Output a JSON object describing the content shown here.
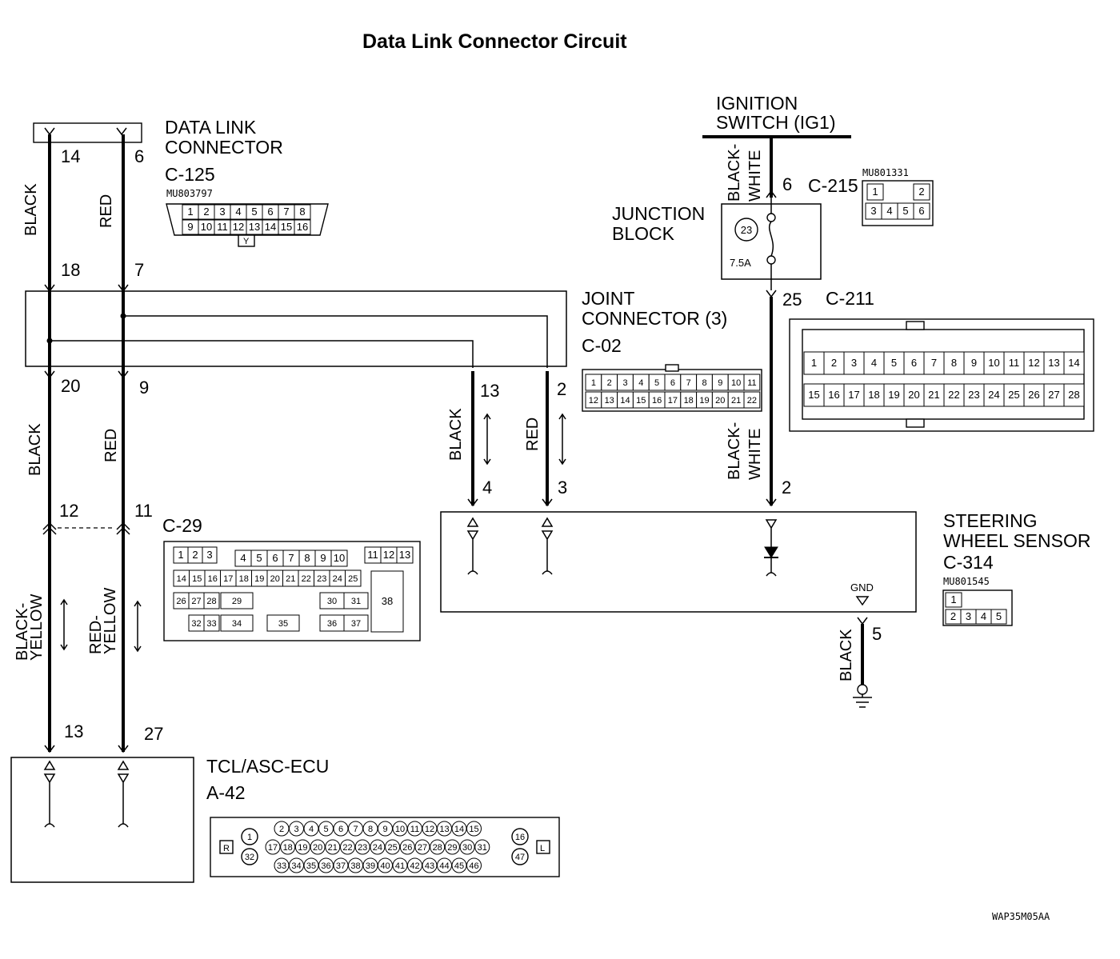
{
  "title": "Data Link Connector Circuit",
  "figure_code": "WAP35M05AA",
  "components": {
    "data_link_connector": {
      "name_l1": "DATA LINK",
      "name_l2": "CONNECTOR",
      "connector": "C-125",
      "part": "MU803797",
      "row1": [
        "1",
        "2",
        "3",
        "4",
        "5",
        "6",
        "7",
        "8"
      ],
      "row2": [
        "9",
        "10",
        "11",
        "12",
        "13",
        "14",
        "15",
        "16"
      ],
      "key": "Y"
    },
    "joint_connector": {
      "name_l1": "JOINT",
      "name_l2": "CONNECTOR (3)",
      "connector": "C-02",
      "row1": [
        "1",
        "2",
        "3",
        "4",
        "5",
        "6",
        "7",
        "8",
        "9",
        "10",
        "11"
      ],
      "row2": [
        "12",
        "13",
        "14",
        "15",
        "16",
        "17",
        "18",
        "19",
        "20",
        "21",
        "22"
      ]
    },
    "ignition_switch": {
      "name_l1": "IGNITION",
      "name_l2": "SWITCH (IG1)"
    },
    "junction_block": {
      "name_l1": "JUNCTION",
      "name_l2": "BLOCK",
      "fuse_no": "23",
      "fuse_rating": "7.5A"
    },
    "c215": {
      "connector": "C-215",
      "part": "MU801331",
      "row1": [
        "1",
        "2"
      ],
      "row2": [
        "3",
        "4",
        "5",
        "6"
      ]
    },
    "c211": {
      "connector": "C-211",
      "row1": [
        "1",
        "2",
        "3",
        "4",
        "5",
        "6",
        "7",
        "8",
        "9",
        "10",
        "11",
        "12",
        "13",
        "14"
      ],
      "row2": [
        "15",
        "16",
        "17",
        "18",
        "19",
        "20",
        "21",
        "22",
        "23",
        "24",
        "25",
        "26",
        "27",
        "28"
      ]
    },
    "c29": {
      "connector": "C-29",
      "row1": [
        "1",
        "2",
        "3",
        "4",
        "5",
        "6",
        "7",
        "8",
        "9",
        "10",
        "11",
        "12",
        "13"
      ],
      "row2": [
        "14",
        "15",
        "16",
        "17",
        "18",
        "19",
        "20",
        "21",
        "22",
        "23",
        "24",
        "25"
      ],
      "row3": [
        "26",
        "27",
        "28",
        "29",
        "30",
        "31"
      ],
      "row4": [
        "32",
        "33",
        "34",
        "35",
        "36",
        "37"
      ],
      "big": "38"
    },
    "steering_sensor": {
      "name_l1": "STEERING",
      "name_l2": "WHEEL SENSOR",
      "connector": "C-314",
      "part": "MU801545",
      "row1": [
        "1"
      ],
      "row2": [
        "2",
        "3",
        "4",
        "5"
      ],
      "gnd": "GND"
    },
    "ecu": {
      "name": "TCL/ASC-ECU",
      "connector": "A-42",
      "left_tag": "R",
      "right_tag": "L",
      "row1": [
        "2",
        "3",
        "4",
        "5",
        "6",
        "7",
        "8",
        "9",
        "10",
        "11",
        "12",
        "13",
        "14",
        "15"
      ],
      "row2": [
        "17",
        "18",
        "19",
        "20",
        "21",
        "22",
        "23",
        "24",
        "25",
        "26",
        "27",
        "28",
        "29",
        "30",
        "31"
      ],
      "row3": [
        "33",
        "34",
        "35",
        "36",
        "37",
        "38",
        "39",
        "40",
        "41",
        "42",
        "43",
        "44",
        "45",
        "46"
      ],
      "pin1": "1",
      "pin32": "32",
      "pin16": "16",
      "pin47": "47"
    }
  },
  "wires": {
    "dlc_black": "BLACK",
    "dlc_red": "RED",
    "mid_black": "BLACK",
    "mid_red": "RED",
    "low_black_l1": "BLACK-",
    "low_black_l2": "YELLOW",
    "low_red_l1": "RED-",
    "low_red_l2": "YELLOW",
    "jc_black": "BLACK",
    "jc_red": "RED",
    "ig_l1": "BLACK-",
    "ig_l2": "WHITE",
    "sw_l1": "BLACK-",
    "sw_l2": "WHITE",
    "gnd_wire": "BLACK"
  },
  "pins": {
    "p14": "14",
    "p6": "6",
    "p18": "18",
    "p7": "7",
    "p20": "20",
    "p9": "9",
    "p12": "12",
    "p11": "11",
    "p13a": "13",
    "p27": "27",
    "p13b": "13",
    "p2a": "2",
    "p4": "4",
    "p3": "3",
    "p6ig": "6",
    "p25": "25",
    "p2sw": "2",
    "p5": "5"
  }
}
